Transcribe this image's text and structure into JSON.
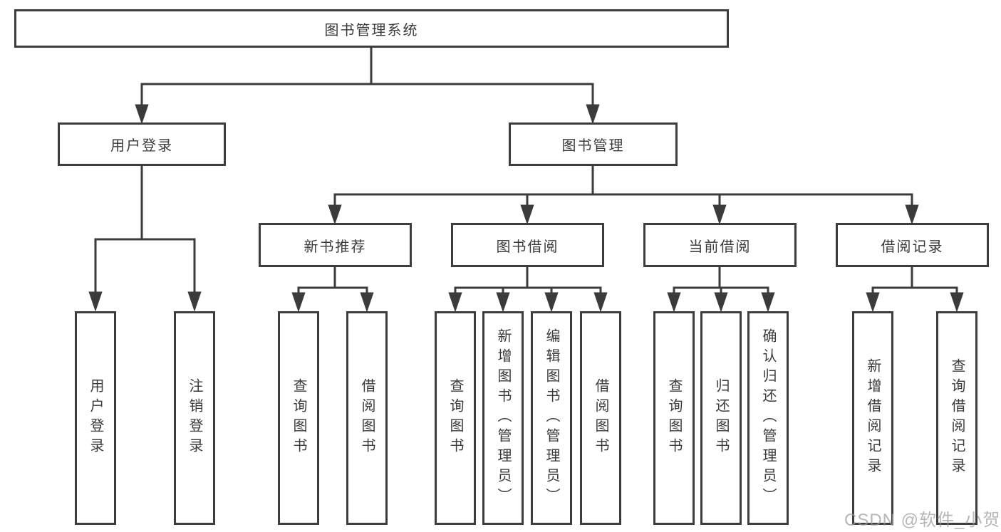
{
  "tree": {
    "label": "图书管理系统",
    "children": [
      {
        "label": "用户登录",
        "children": [
          {
            "label": "用户登录"
          },
          {
            "label": "注销登录"
          }
        ]
      },
      {
        "label": "图书管理",
        "children": [
          {
            "label": "新书推荐",
            "children": [
              {
                "label": "查询图书"
              },
              {
                "label": "借阅图书"
              }
            ]
          },
          {
            "label": "图书借阅",
            "children": [
              {
                "label": "查询图书"
              },
              {
                "label": "新增图书（管理员）"
              },
              {
                "label": "编辑图书（管理员）"
              },
              {
                "label": "借阅图书"
              }
            ]
          },
          {
            "label": "当前借阅",
            "children": [
              {
                "label": "查询图书"
              },
              {
                "label": "归还图书"
              },
              {
                "label": "确认归还（管理员）"
              }
            ]
          },
          {
            "label": "借阅记录",
            "children": [
              {
                "label": "新增借阅记录"
              },
              {
                "label": "查询借阅记录"
              }
            ]
          }
        ]
      }
    ]
  },
  "watermark": {
    "text": "CSDN @软件_小贺同学",
    "color": "#9a9a9a"
  },
  "colors": {
    "line": "#3b3b3b",
    "border": "#3d3d3d",
    "box_bg": "#ffffff",
    "text": "#3b3b3b"
  }
}
